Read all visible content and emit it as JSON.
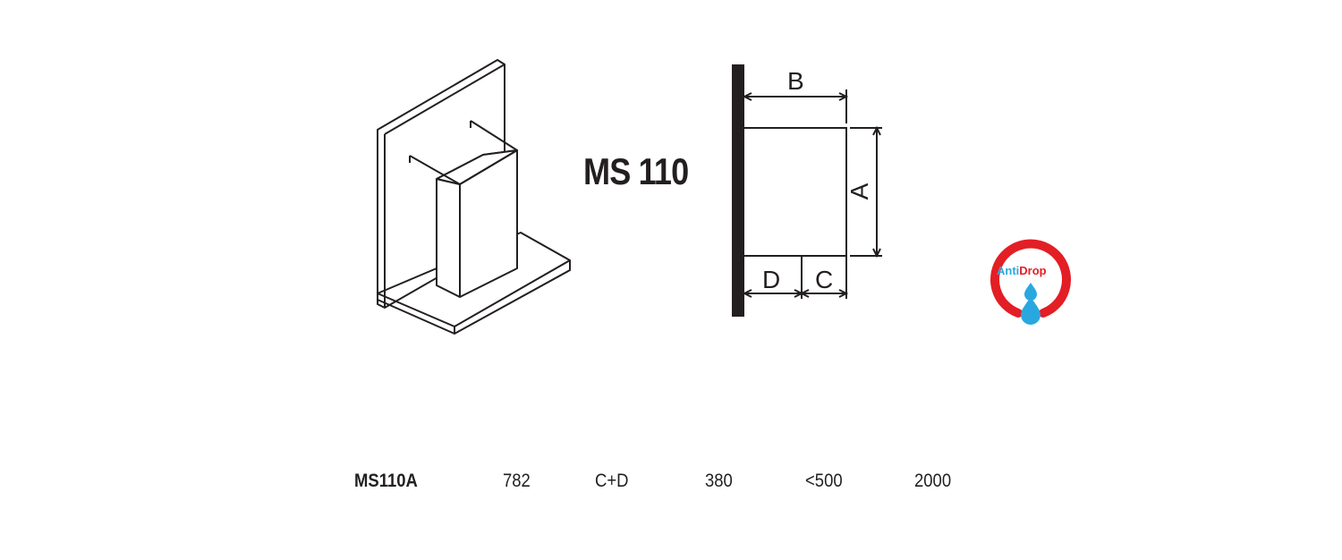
{
  "title": "MS 110",
  "dimension_labels": {
    "a": "A",
    "b": "B",
    "c": "C",
    "d": "D"
  },
  "logo": {
    "text_anti": "Anti",
    "text_drop": "Drop",
    "ring_color": "#e31e24",
    "drop_color": "#29a8e0"
  },
  "spec_row": {
    "code": "MS110A",
    "values": [
      "782",
      "C+D",
      "380",
      "<500",
      "2000"
    ]
  },
  "colors": {
    "line": "#231f20",
    "wall": "#231f20"
  }
}
